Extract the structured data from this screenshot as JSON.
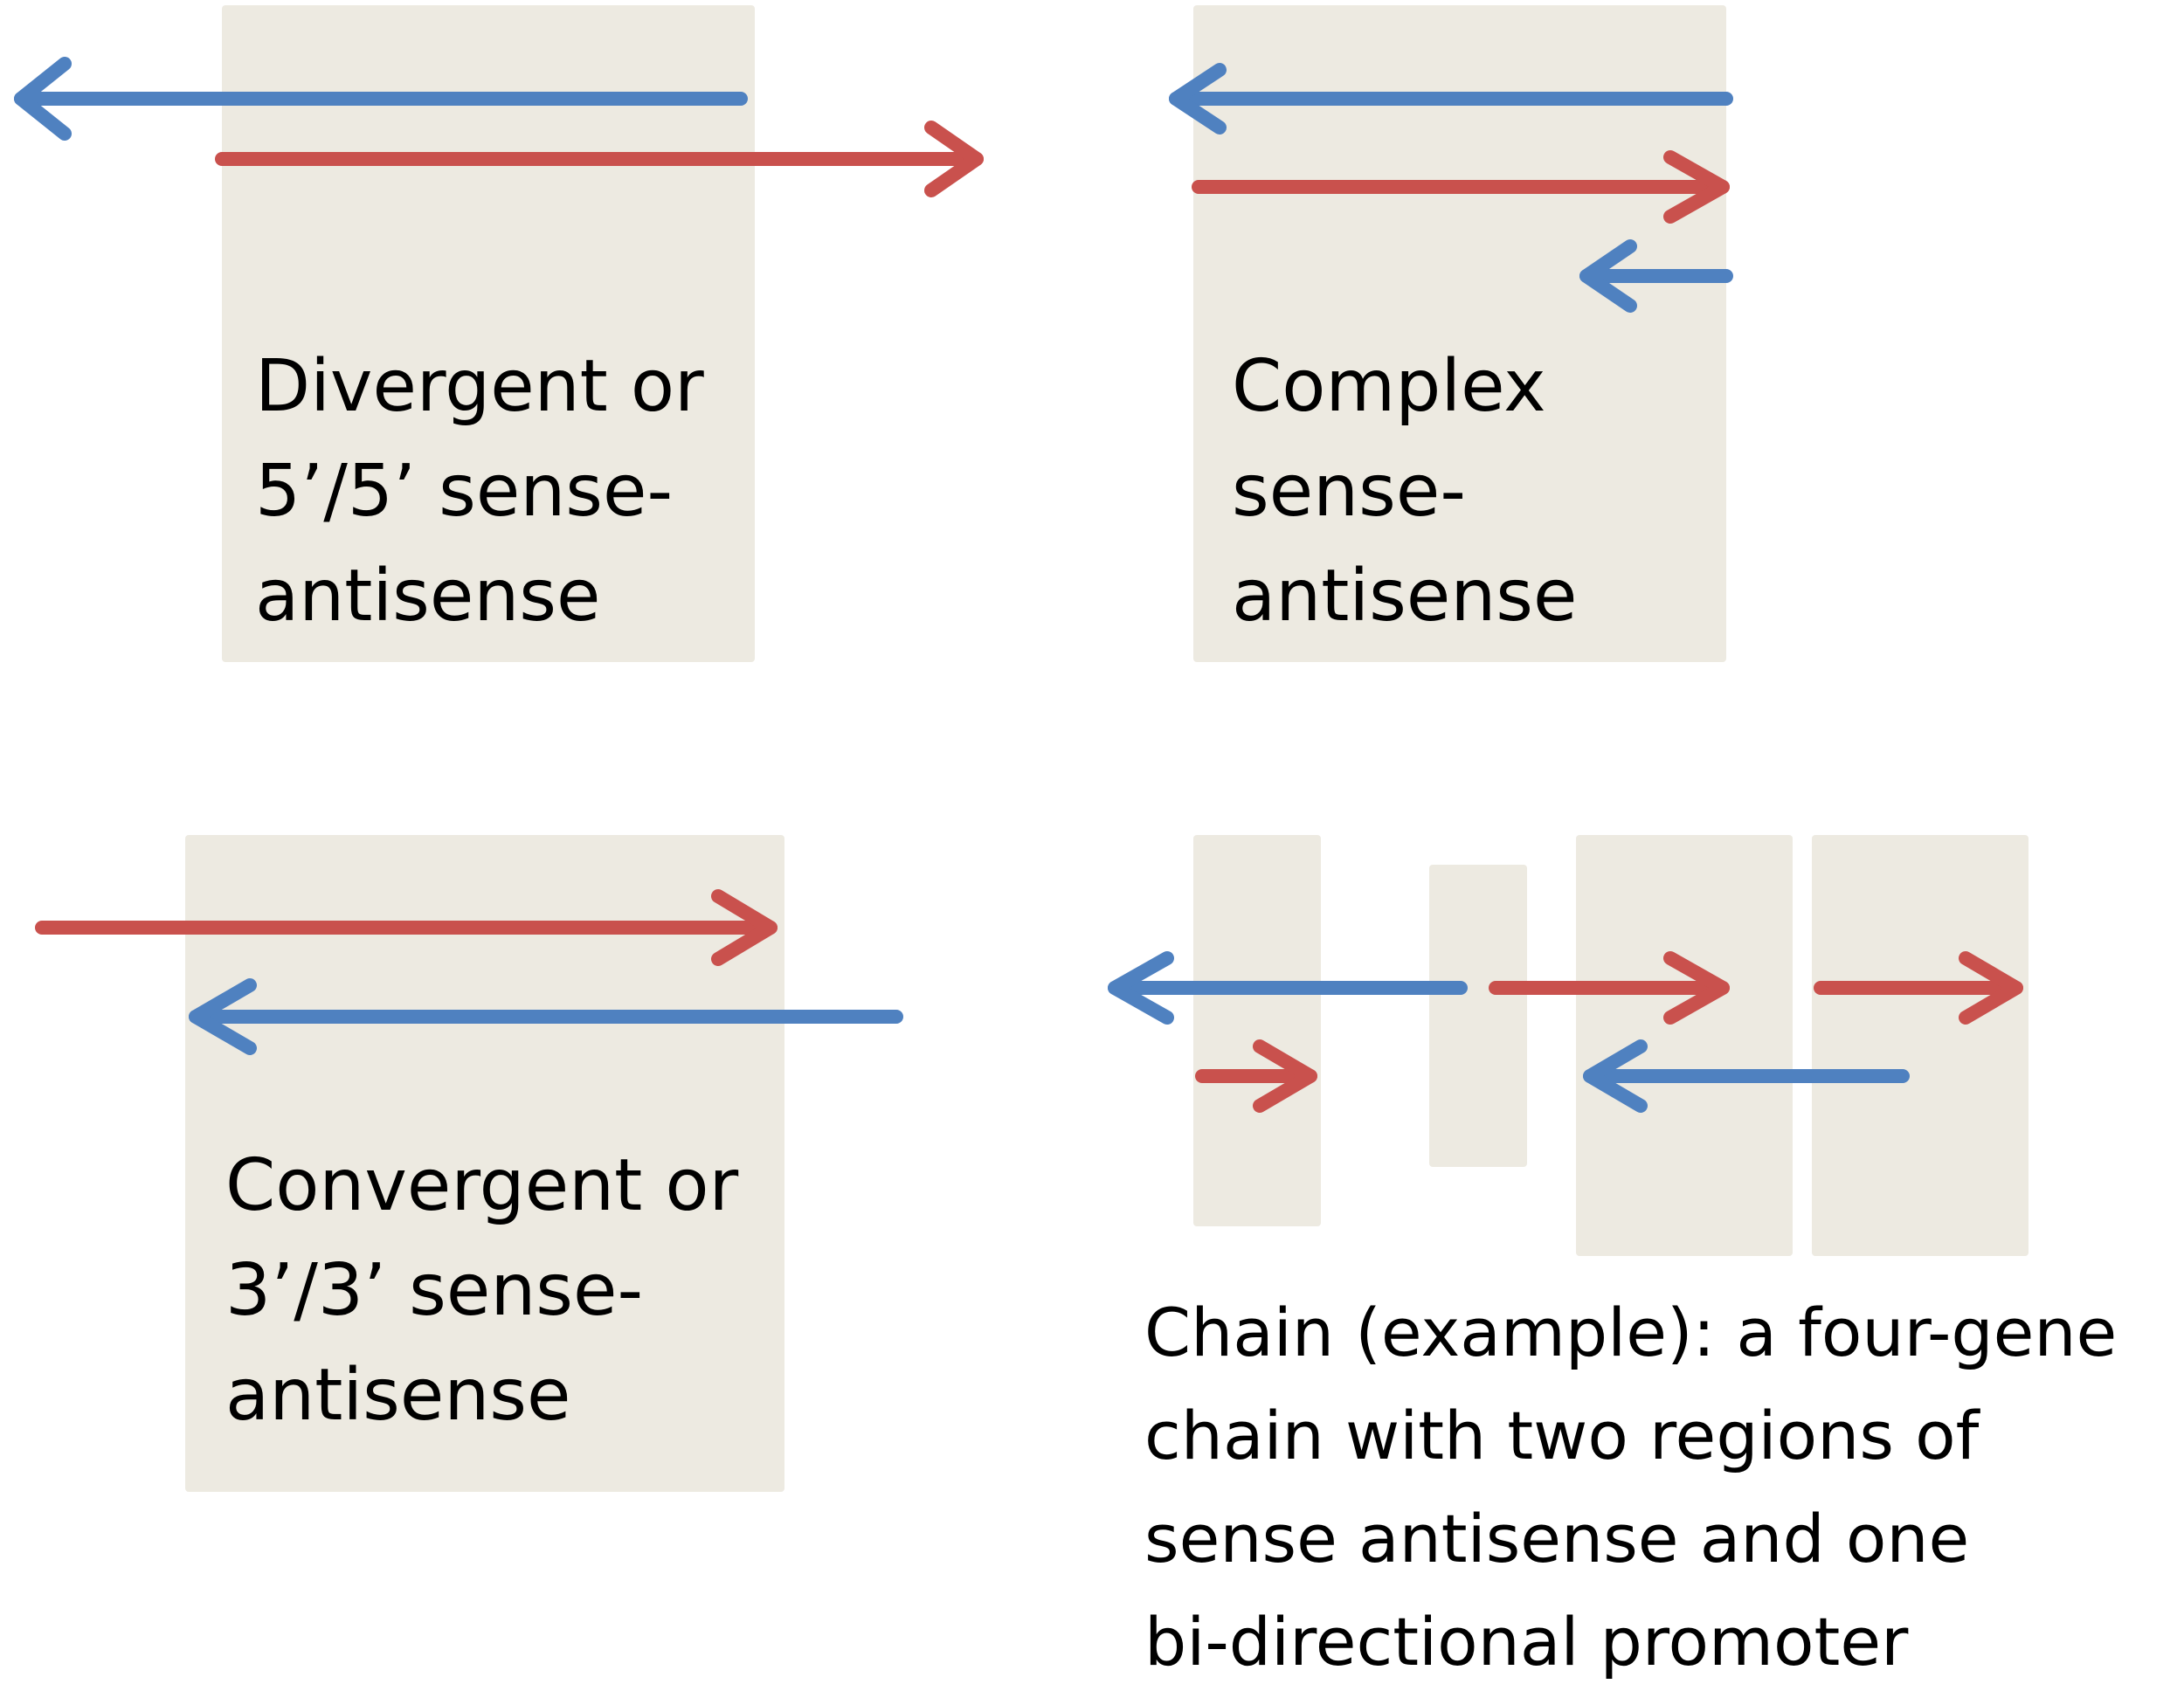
{
  "colors": {
    "background": "#ffffff",
    "box_fill": "#edeae1",
    "sense_arrow": "#c9514d",
    "antisense_arrow": "#4f81c0",
    "text": "#000000"
  },
  "panels": {
    "divergent": {
      "lines": [
        "Divergent or",
        "5’/5’ sense-",
        "antisense"
      ]
    },
    "complex": {
      "lines": [
        "Complex",
        "sense-",
        "antisense"
      ]
    },
    "convergent": {
      "lines": [
        "Convergent or",
        "3’/3’ sense-",
        "antisense"
      ]
    },
    "chain": {
      "lines": [
        "Chain (example): a four-gene",
        "chain with two regions of",
        "sense antisense and one",
        "bi-directional promoter"
      ]
    }
  }
}
